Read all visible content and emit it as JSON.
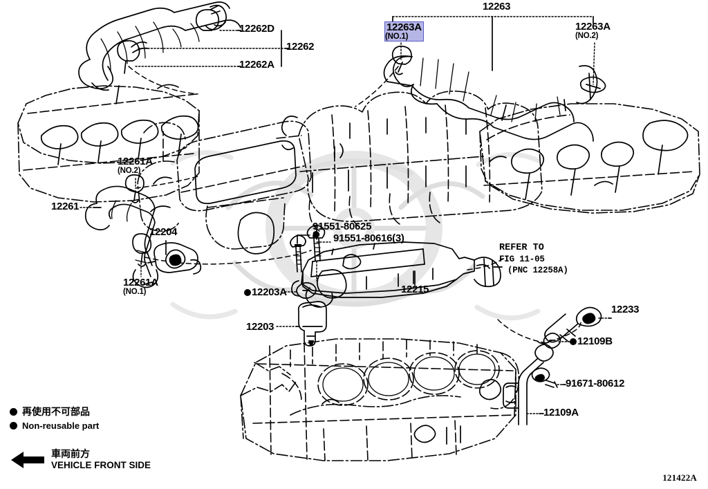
{
  "diagram": {
    "figure_code": "121422A",
    "highlight_color": "#b6b6e6",
    "highlight_border_color": "#5a5ac8"
  },
  "callouts": [
    {
      "id": "c-12262D",
      "code": "12262D",
      "sub": "",
      "marker": false,
      "highlighted": false
    },
    {
      "id": "c-12262",
      "code": "12262",
      "sub": "",
      "marker": false,
      "highlighted": false
    },
    {
      "id": "c-12262A",
      "code": "12262A",
      "sub": "",
      "marker": false,
      "highlighted": false
    },
    {
      "id": "c-12263",
      "code": "12263",
      "sub": "",
      "marker": false,
      "highlighted": false
    },
    {
      "id": "c-12263A1",
      "code": "12263A",
      "sub": "(NO.1)",
      "marker": false,
      "highlighted": true
    },
    {
      "id": "c-12263A2",
      "code": "12263A",
      "sub": "(NO.2)",
      "marker": false,
      "highlighted": false
    },
    {
      "id": "c-12261A2",
      "code": "12261A",
      "sub": "(NO.2)",
      "marker": false,
      "highlighted": false
    },
    {
      "id": "c-12261",
      "code": "12261",
      "sub": "",
      "marker": false,
      "highlighted": false
    },
    {
      "id": "c-12204",
      "code": "12204",
      "sub": "",
      "marker": false,
      "highlighted": false
    },
    {
      "id": "c-12261A1",
      "code": "12261A",
      "sub": "(NO.1)",
      "marker": false,
      "highlighted": false
    },
    {
      "id": "c-91551-80625",
      "code": "91551-80625",
      "sub": "",
      "marker": false,
      "highlighted": false
    },
    {
      "id": "c-91551-80616",
      "code": "91551-80616(3)",
      "sub": "",
      "marker": false,
      "highlighted": false
    },
    {
      "id": "c-12215",
      "code": "12215",
      "sub": "",
      "marker": false,
      "highlighted": false
    },
    {
      "id": "c-12203A",
      "code": "12203A",
      "sub": "",
      "marker": true,
      "highlighted": false
    },
    {
      "id": "c-12203",
      "code": "12203",
      "sub": "",
      "marker": false,
      "highlighted": false
    },
    {
      "id": "c-12233",
      "code": "12233",
      "sub": "",
      "marker": false,
      "highlighted": false
    },
    {
      "id": "c-12109B",
      "code": "12109B",
      "sub": "",
      "marker": true,
      "highlighted": false
    },
    {
      "id": "c-91671-80612",
      "code": "91671-80612",
      "sub": "",
      "marker": false,
      "highlighted": false
    },
    {
      "id": "c-12109A",
      "code": "12109A",
      "sub": "",
      "marker": false,
      "highlighted": false
    }
  ],
  "refer_note": {
    "line1": "REFER TO",
    "line2": "FIG 11-05",
    "line3": "(PNC 12258A)"
  },
  "legend": {
    "non_reusable_jp": "再使用不可部品",
    "non_reusable_en": "Non-reusable part",
    "front_side_jp": "車両前方",
    "front_side_en": "VEHICLE FRONT SIDE"
  }
}
